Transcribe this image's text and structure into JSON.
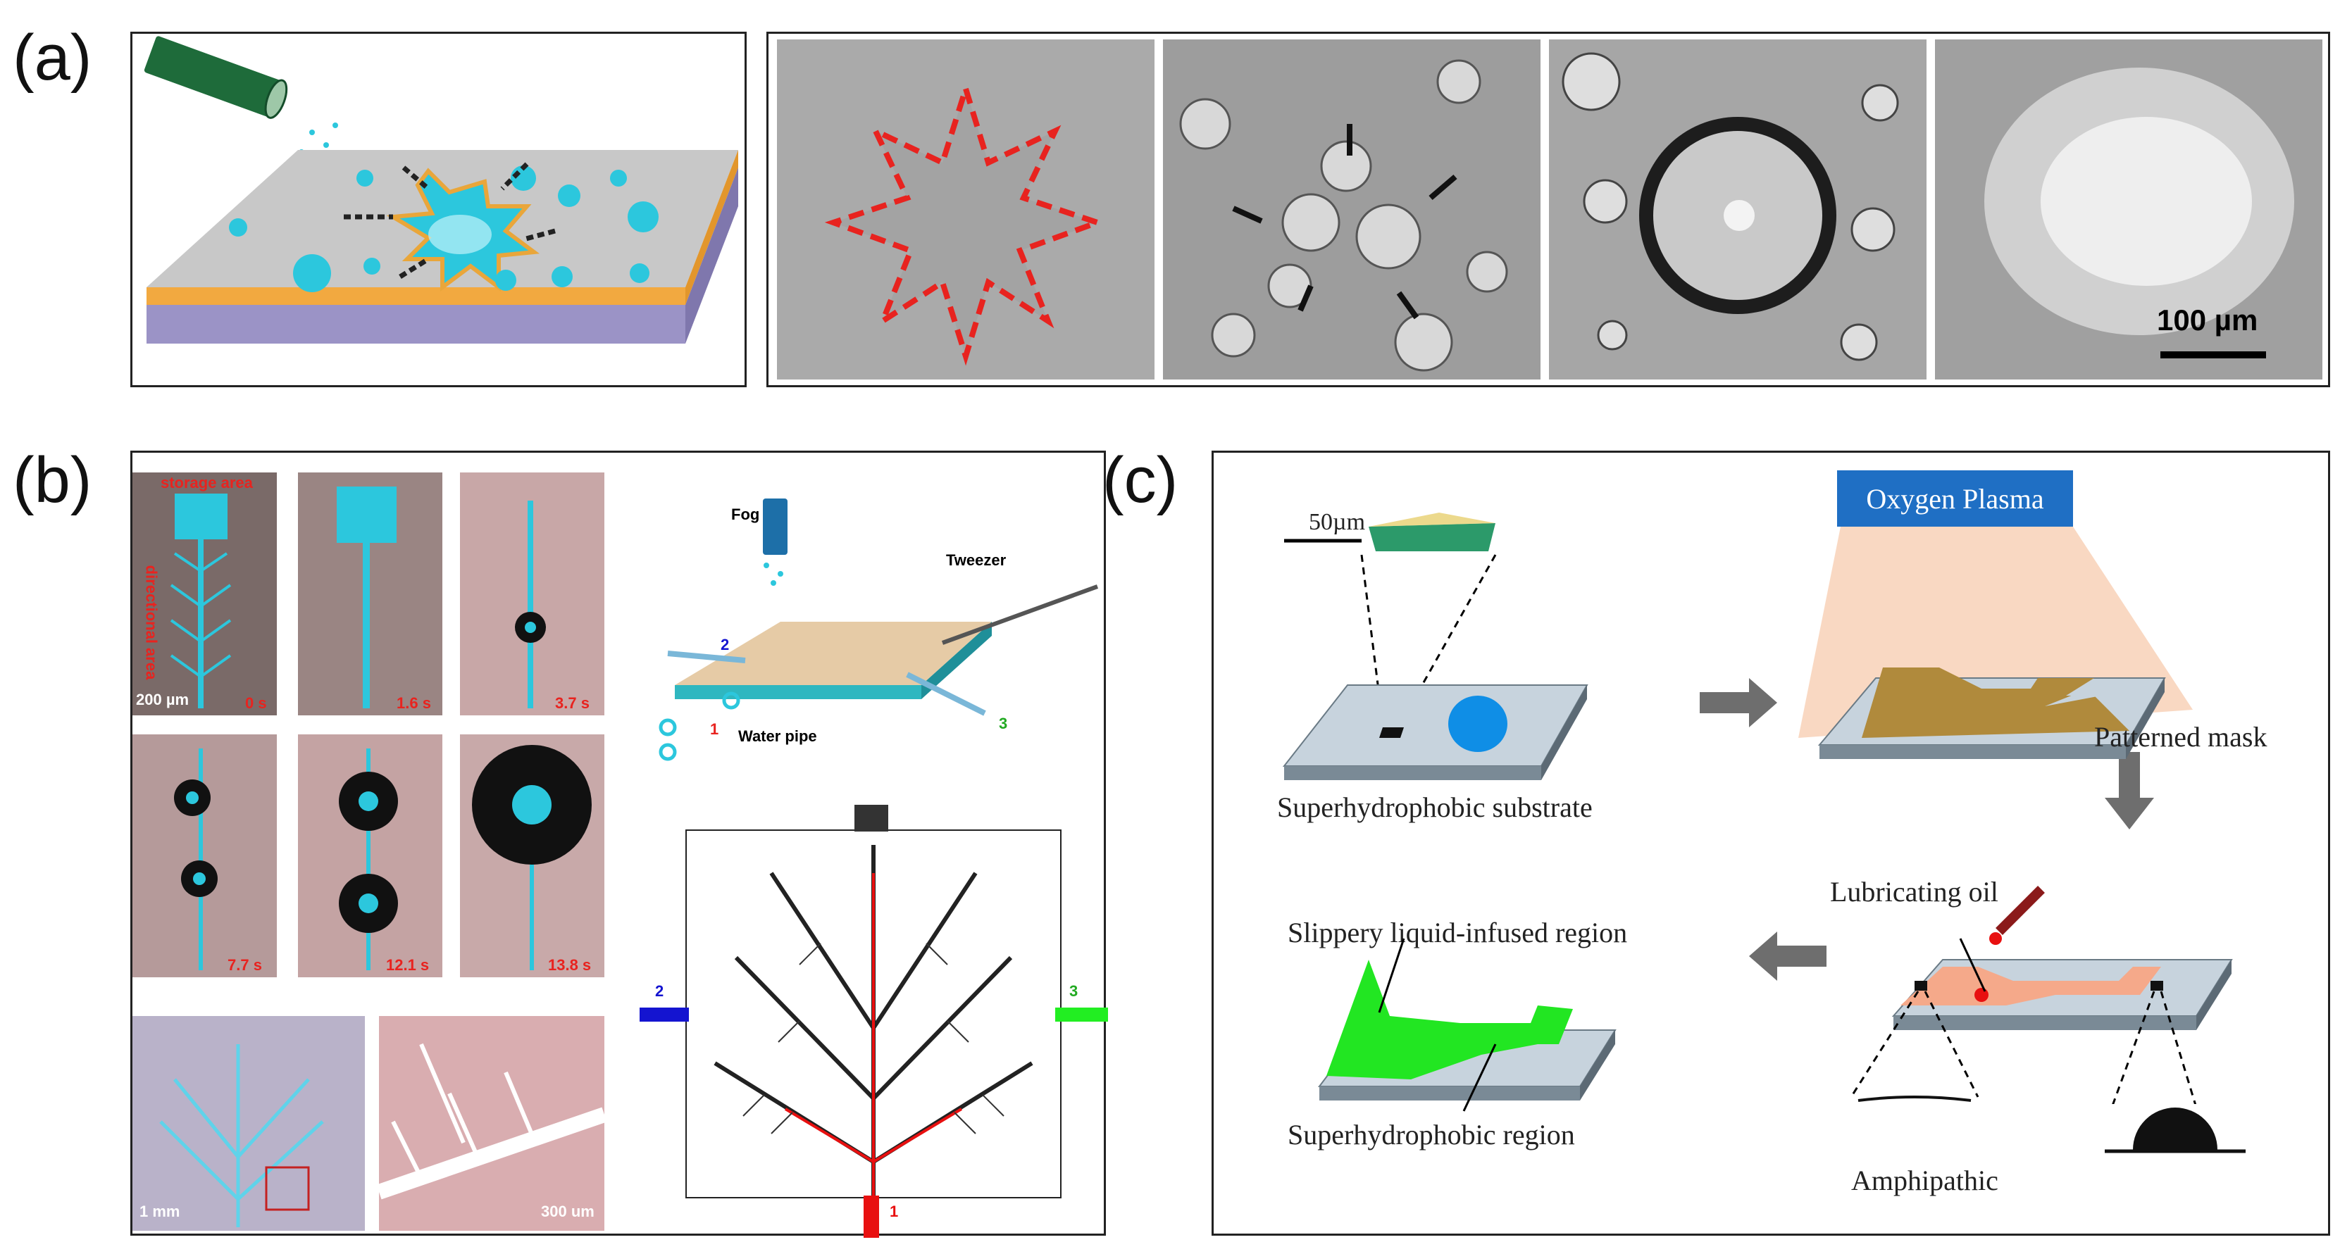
{
  "panel_labels": {
    "a": "(a)",
    "b": "(b)",
    "c": "(c)"
  },
  "panel_a": {
    "scale_bar": "100 µm"
  },
  "panel_b": {
    "micro_labels": {
      "storage_area": "storage area",
      "directional_area": "directional area",
      "scale_200": "200 µm",
      "t0": "0 s",
      "t1": "1.6 s",
      "t2": "3.7 s",
      "t3": "7.7 s",
      "t4": "12.1 s",
      "t5": "13.8 s",
      "scale_1mm": "1 mm",
      "scale_300": "300 um"
    },
    "schematic": {
      "fog": "Fog",
      "tweezer": "Tweezer",
      "water_pipe": "Water pipe",
      "pipe_1": "1",
      "pipe_2": "2",
      "pipe_3": "3"
    },
    "tree_ports": {
      "bottom": "1",
      "left": "2",
      "right": "3"
    }
  },
  "panel_c": {
    "scale_50": "50µm",
    "oxygen_plasma": "Oxygen Plasma",
    "superhydrophobic_substrate": "Superhydrophobic substrate",
    "patterned_mask": "Patterned mask",
    "lubricating_oil": "Lubricating oil",
    "amphipathic": "Amphipathic",
    "slippery_region": "Slippery liquid-infused region",
    "superhydrophobic_region": "Superhydrophobic region"
  },
  "colors": {
    "water_cyan": "#2cc7dd",
    "arrow_red": "#e8231f",
    "plasma_blue": "#1f6fc4",
    "slippery_green": "#22e622",
    "mask_gold": "#b08a3c",
    "port_blue": "#1414d0",
    "port_green": "#22ee22",
    "port_red": "#e81010"
  }
}
